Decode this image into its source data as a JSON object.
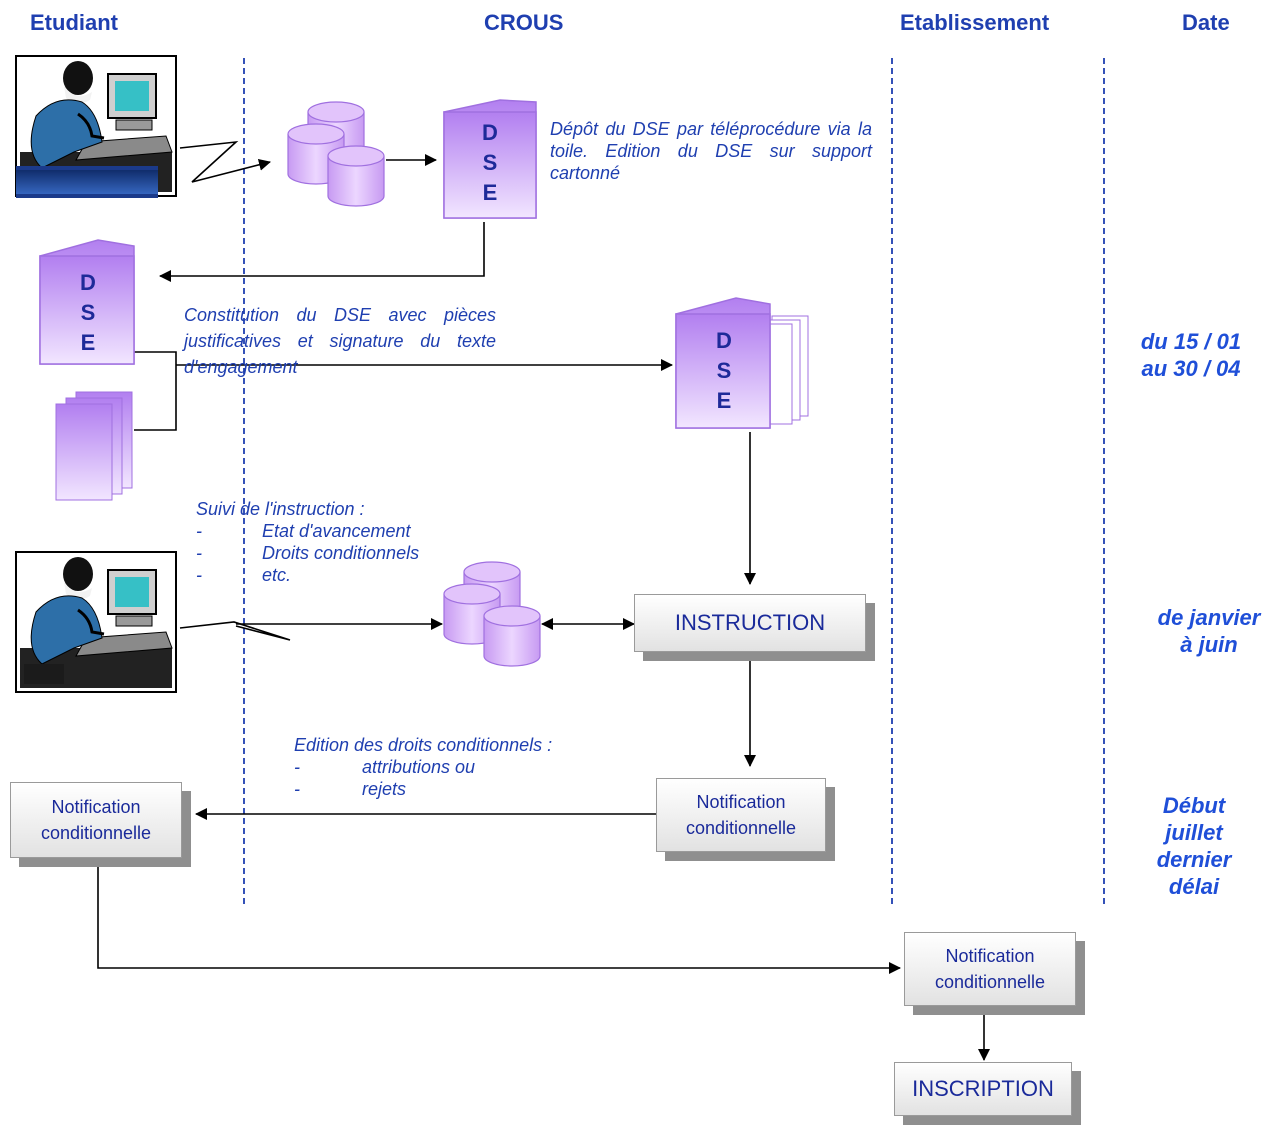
{
  "headers": {
    "etudiant": "Etudiant",
    "crous": "CROUS",
    "etablissement": "Etablissement",
    "date": "Date"
  },
  "notes": {
    "depot": "Dépôt du DSE par téléprocédure via la toile. Edition du DSE sur support cartonné",
    "constitution": "Constitution du DSE avec pièces justificatives et signature du texte d'engagement",
    "suivi": {
      "title": "Suivi de l'instruction :",
      "items": [
        "Etat d'avancement",
        "Droits conditionnels",
        "etc."
      ],
      "bullet": "-"
    },
    "edition": {
      "title": "Edition des droits conditionnels :",
      "items": [
        "attributions ou",
        "rejets"
      ],
      "bullet": "-"
    }
  },
  "dates": {
    "period1": "du 15 / 01\nau 30 / 04",
    "period2": "de janvier\nà juin",
    "period3": "Début\njuillet\ndernier\ndélai"
  },
  "documents": {
    "dse_letters": [
      "D",
      "S",
      "E"
    ]
  },
  "boxes": {
    "instruction": "INSTRUCTION",
    "notification": "Notification\nconditionnelle",
    "inscription": "INSCRIPTION"
  },
  "colors": {
    "lane_divider": "#1f3fb0",
    "header_text": "#1f3fb0",
    "date_text": "#1f4fd8",
    "document_fill": "#c9a0f5",
    "document_border": "#a070e0",
    "database_fill": "#d8b0f8",
    "arrow": "#000000"
  },
  "icons": {
    "student_computer": "person-at-computer-icon",
    "database": "database-icon",
    "document": "document-folder-icon",
    "papers": "paper-stack-icon",
    "telecom": "lightning-link-icon"
  }
}
